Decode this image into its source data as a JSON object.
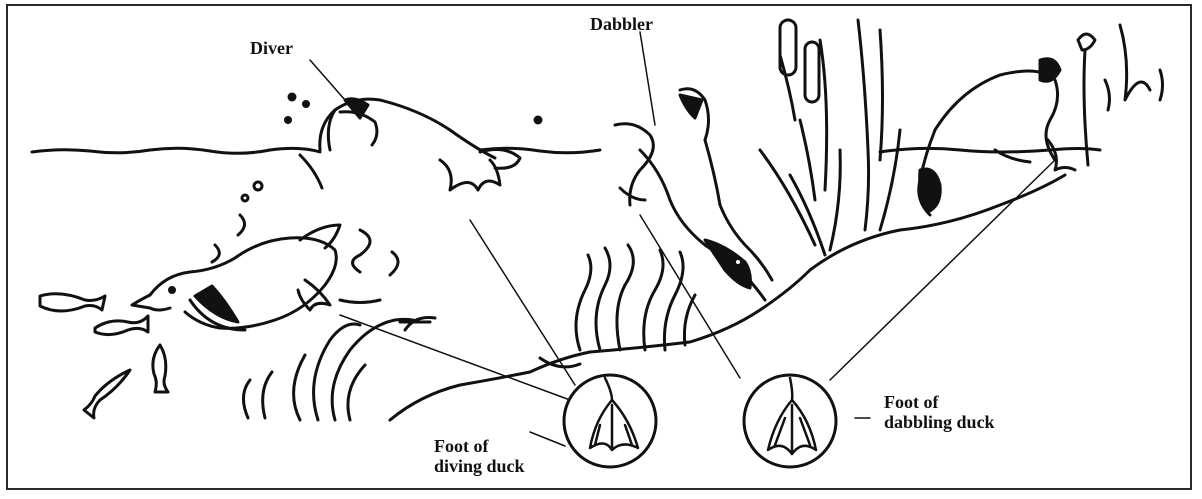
{
  "labels": {
    "diver": "Diver",
    "dabbler": "Dabbler",
    "diving_foot_line1": "Foot of",
    "diving_foot_line2": "diving duck",
    "dabbling_foot_line1": "Foot of",
    "dabbling_foot_line2": "dabbling duck"
  }
}
